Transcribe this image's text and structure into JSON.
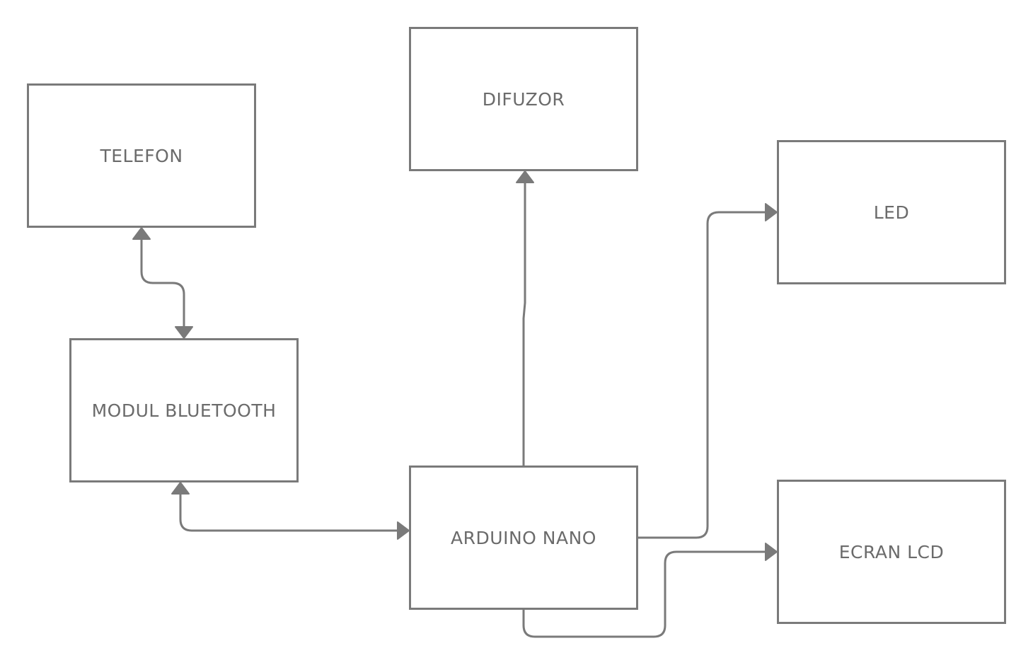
{
  "diagram": {
    "line_color": "#7a7a7a",
    "text_color": "#6b6b6b",
    "nodes": {
      "telefon": "TELEFON",
      "bluetooth": "MODUL BLUETOOTH",
      "difuzor": "DIFUZOR",
      "arduino": "ARDUINO NANO",
      "led": "LED",
      "lcd": "ECRAN LCD"
    },
    "connections": [
      {
        "from": "bluetooth",
        "to": "telefon",
        "direction": "bidirectional"
      },
      {
        "from": "bluetooth",
        "to": "arduino",
        "direction": "bidirectional"
      },
      {
        "from": "arduino",
        "to": "difuzor",
        "direction": "forward"
      },
      {
        "from": "arduino",
        "to": "led",
        "direction": "forward"
      },
      {
        "from": "arduino",
        "to": "lcd",
        "direction": "forward"
      }
    ]
  }
}
